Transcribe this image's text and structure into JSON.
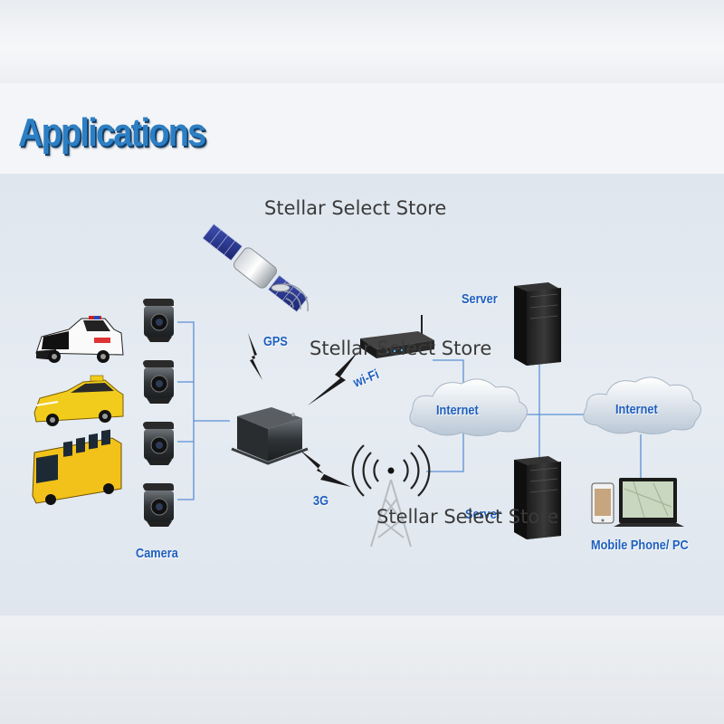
{
  "header": {
    "title": "Applications"
  },
  "watermark": "Stellar Select Store",
  "diagram": {
    "labels": {
      "gps": "GPS",
      "wifi": "wi-Fi",
      "g3": "3G",
      "camera": "Camera",
      "server_top": "Server",
      "server_bottom": "Server",
      "internet_left": "Internet",
      "internet_right": "Internet",
      "client": "Mobile Phone/ PC"
    }
  },
  "colors": {
    "title": "#2d7fc4",
    "label": "#1e5fbf",
    "line": "#5b8fd6",
    "lightning": "#1a1a1a"
  },
  "icons": [
    "police-car-icon",
    "taxi-icon",
    "bus-icon",
    "camera-icon",
    "satellite-icon",
    "router-icon",
    "mdvr-box-icon",
    "cell-tower-icon",
    "server-icon",
    "cloud-icon",
    "phone-icon",
    "laptop-icon"
  ]
}
